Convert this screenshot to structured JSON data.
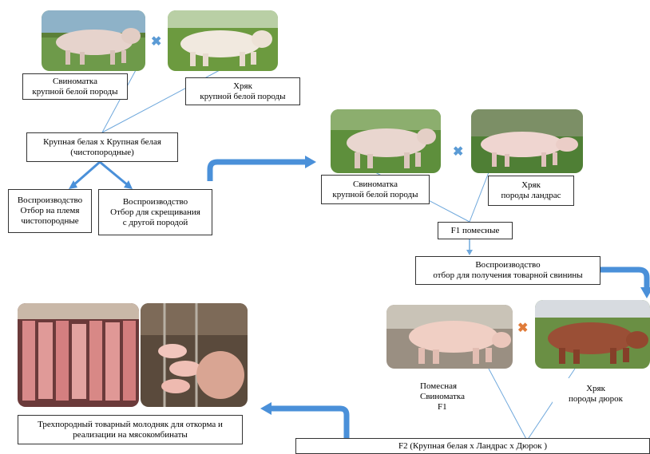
{
  "colors": {
    "arrow_blue": "#4a90d9",
    "connector_blue": "#6fa8dc",
    "cross_blue": "#5b9bd5",
    "cross_orange": "#e07b39"
  },
  "boxes": {
    "sow_large_white_1": [
      "Свиноматка",
      "крупной белой породы"
    ],
    "boar_large_white": [
      "Хряк",
      "крупной белой породы"
    ],
    "purebred": [
      "Крупная белая х Крупная белая",
      "(чистопородные)"
    ],
    "repro_breeding": [
      "Воспроизводство",
      "Отбор на племя",
      "чистопородные"
    ],
    "repro_crossing": [
      "Воспроизводство",
      "Отбор для скрещивания",
      "с другой породой"
    ],
    "sow_large_white_2": [
      "Свиноматка",
      "крупной белой породы"
    ],
    "boar_landrace": [
      "Хряк",
      "породы ландрас"
    ],
    "f1": [
      "F1 помесные"
    ],
    "repro_commercial": [
      "Воспроизводство",
      "отбор для получения товарной свинины"
    ],
    "sow_crossbred_f1": [
      "Помесная",
      "Свиноматка",
      "F1"
    ],
    "boar_duroc": [
      "Хряк",
      "породы дюрок"
    ],
    "three_breed": [
      "Трехпородный товарный молодняк для откорма и",
      "реализации на мясокомбинаты"
    ],
    "f2": [
      "F2 (Крупная белая х Ландрас х Дюрок )"
    ]
  },
  "icons": {
    "cross_1": "cross-mark-icon",
    "cross_2": "cross-mark-icon",
    "cross_3": "cross-mark-icon"
  },
  "cross_glyph": "✖"
}
